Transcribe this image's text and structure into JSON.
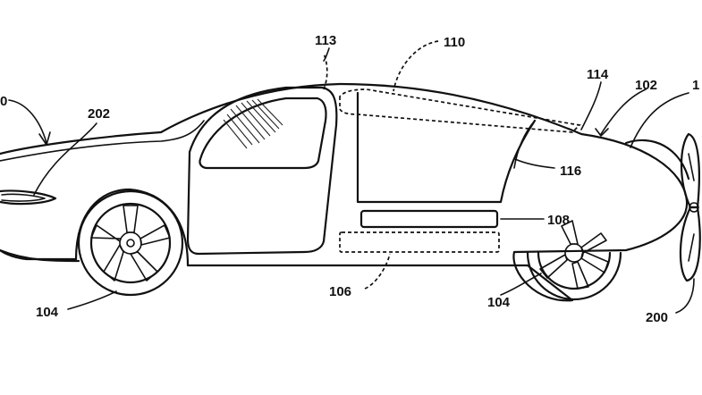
{
  "labels": {
    "l_100_left": "0",
    "l_202": "202",
    "l_113": "113",
    "l_110": "110",
    "l_114": "114",
    "l_102": "102",
    "l_1_right": "1",
    "l_116": "116",
    "l_108": "108",
    "l_106": "106",
    "l_104_left": "104",
    "l_104_right": "104",
    "l_200": "200"
  }
}
